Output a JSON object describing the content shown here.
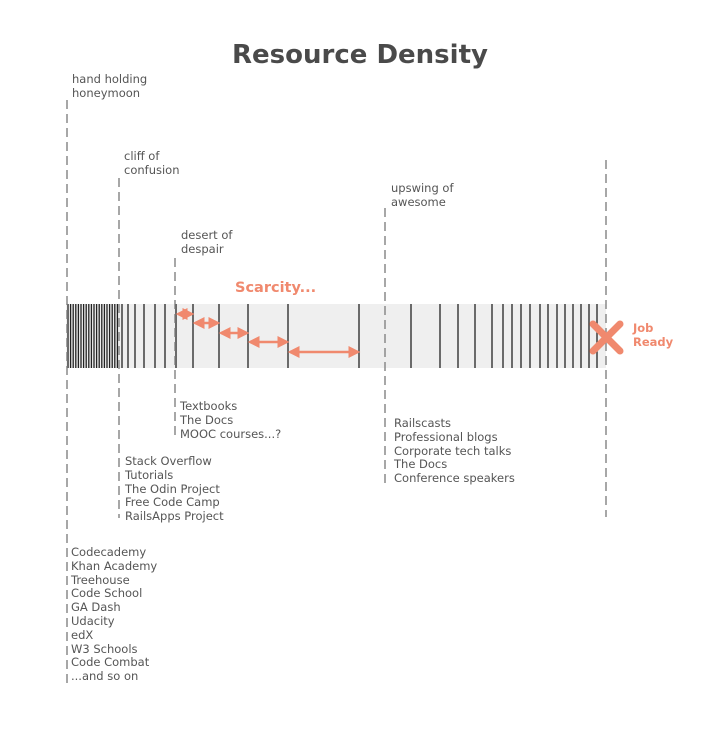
{
  "title": "Resource Density",
  "stages": {
    "hand_holding": [
      "hand holding",
      "honeymoon"
    ],
    "cliff": [
      "cliff of",
      "confusion"
    ],
    "desert": [
      "desert of",
      "despair"
    ],
    "upswing": [
      "upswing of",
      "awesome"
    ]
  },
  "scarcity_label": "Scarcity...",
  "job_ready": [
    "Job",
    "Ready"
  ],
  "resources": {
    "beginner": [
      "Codecademy",
      "Khan Academy",
      "Treehouse",
      "Code School",
      "GA Dash",
      "Udacity",
      "edX",
      "W3 Schools",
      "Code Combat",
      "...and so on"
    ],
    "intermediate": [
      "Stack Overflow",
      "Tutorials",
      "The Odin Project",
      "Free Code Camp",
      "RailsApps Project"
    ],
    "desert": [
      "Textbooks",
      "The Docs",
      "MOOC courses...?"
    ],
    "advanced": [
      "Railscasts",
      "Professional blogs",
      "Corporate tech talks",
      "The Docs",
      "Conference speakers"
    ]
  },
  "colors": {
    "accent": "#f0896e",
    "text": "#555555",
    "band": "#efefef",
    "line": "#222222",
    "dash": "#8a8a8a"
  }
}
